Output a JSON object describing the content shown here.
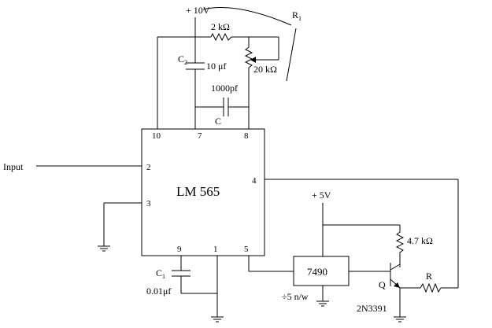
{
  "labels": {
    "supply_top": "+ 10V",
    "r1": "R",
    "r1_sub": "1",
    "res_2k": "2 kΩ",
    "res_20k": "20 kΩ",
    "c2": "C",
    "c2_sub": "2",
    "c2_value": "10 μf",
    "c_1000": "1000pf",
    "c_main": "C",
    "input": "Input",
    "chip": "LM 565",
    "supply_5v": "+ 5V",
    "res_4k7": "4.7 kΩ",
    "counter": "7490",
    "q": "Q",
    "r": "R",
    "transistor": "2N3391",
    "c1": "C",
    "c1_sub": "1",
    "c1_value": "0.01μf",
    "divider": "÷5 n/w"
  },
  "pins": {
    "p10": "10",
    "p7": "7",
    "p8": "8",
    "p2": "2",
    "p3": "3",
    "p4": "4",
    "p9": "9",
    "p1": "1",
    "p5": "5"
  }
}
